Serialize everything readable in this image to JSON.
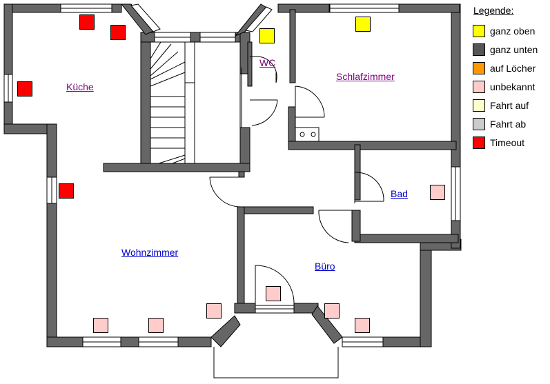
{
  "rooms": {
    "kueche": "Küche",
    "wc": "WC",
    "schlafzimmer": "Schlafzimmer",
    "bad": "Bad",
    "wohnzimmer": "Wohnzimmer",
    "buero": "Büro"
  },
  "legend": {
    "title": "Legende:",
    "items": [
      {
        "label": "ganz oben",
        "color": "#ffff00"
      },
      {
        "label": "ganz unten",
        "color": "#555555"
      },
      {
        "label": "auf Löcher",
        "color": "#ff9900"
      },
      {
        "label": "unbekannt",
        "color": "#ffcccc"
      },
      {
        "label": "Fahrt auf",
        "color": "#ffffcc"
      },
      {
        "label": "Fahrt ab",
        "color": "#cccccc"
      },
      {
        "label": "Timeout",
        "color": "#ff0000"
      }
    ]
  },
  "colors": {
    "wall": "#666666",
    "visited_link": "#800080",
    "link": "#0000cc"
  },
  "sensors": [
    {
      "room": "kueche",
      "state": "Timeout"
    },
    {
      "room": "kueche",
      "state": "Timeout"
    },
    {
      "room": "kueche",
      "state": "Timeout"
    },
    {
      "room": "wohnzimmer",
      "state": "Timeout"
    },
    {
      "room": "wc",
      "state": "ganz oben"
    },
    {
      "room": "schlafzimmer",
      "state": "ganz oben"
    },
    {
      "room": "bad",
      "state": "unbekannt"
    },
    {
      "room": "wohnzimmer",
      "state": "unbekannt"
    },
    {
      "room": "wohnzimmer",
      "state": "unbekannt"
    },
    {
      "room": "wohnzimmer",
      "state": "unbekannt"
    },
    {
      "room": "buero",
      "state": "unbekannt"
    },
    {
      "room": "buero",
      "state": "unbekannt"
    },
    {
      "room": "buero",
      "state": "unbekannt"
    }
  ]
}
